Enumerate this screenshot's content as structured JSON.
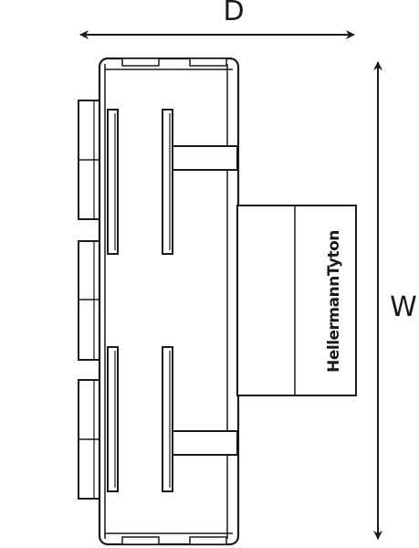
{
  "dimensions": {
    "depth_label": "D",
    "width_label": "W"
  },
  "brand": {
    "logo_text": "HellermannTyton"
  },
  "colors": {
    "line": "#1a1a1a",
    "background": "#ffffff"
  }
}
